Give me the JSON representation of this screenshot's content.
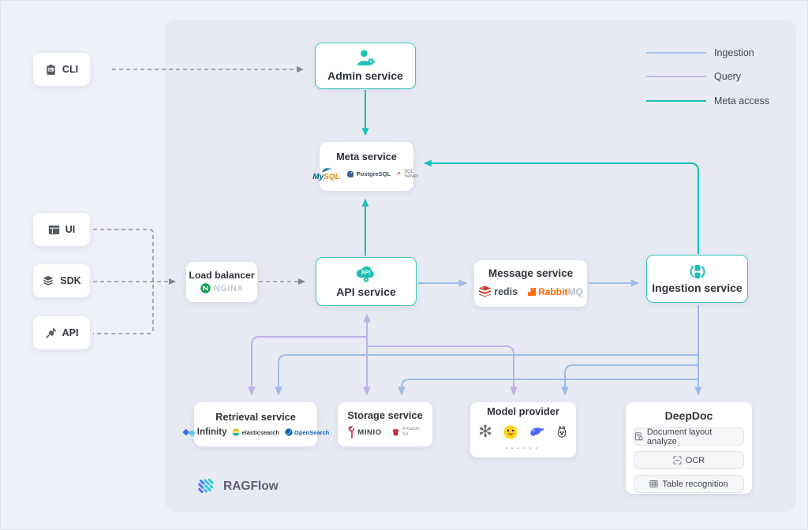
{
  "colors": {
    "ingestion_line": "#a9c2ea",
    "query_line": "#c6b7ee",
    "meta_access_line": "#16c2b4",
    "teal_accent": "#1ec1b3",
    "teal_node_border": "#3cc8ba",
    "dashed_connector": "#8f959f"
  },
  "legend": {
    "items": [
      {
        "label": "Ingestion",
        "color": "#a9c2ea"
      },
      {
        "label": "Query",
        "color": "#c6b7ee"
      },
      {
        "label": "Meta access",
        "color": "#16c2b4"
      }
    ]
  },
  "clients": {
    "cli": "CLI",
    "ui": "UI",
    "sdk": "SDK",
    "api": "API"
  },
  "nodes": {
    "admin": {
      "title": "Admin service"
    },
    "meta": {
      "title": "Meta service",
      "mysql_a": "My",
      "mysql_b": "SQL",
      "postgres": "PostgreSQL",
      "sqlserver": "SQL Server"
    },
    "load_balancer": {
      "title": "Load balancer",
      "nginx": "NGINX"
    },
    "api_service": {
      "title": "API service",
      "icon_text": "API"
    },
    "message": {
      "title": "Message service",
      "redis": "redis",
      "rabbit_a": "Rabbit",
      "rabbit_b": "MQ"
    },
    "ingestion": {
      "title": "Ingestion service"
    },
    "retrieval": {
      "title": "Retrieval service",
      "infinity": "Infinity",
      "elastic": "elasticsearch",
      "opensearch": "OpenSearch"
    },
    "storage": {
      "title": "Storage service",
      "minio": "MINIO",
      "s3": "Amazon S3"
    },
    "model_provider": {
      "title": "Model provider",
      "providers": [
        "OpenAI",
        "Hugging Face",
        "DeepSeek",
        "Ollama"
      ],
      "more": "······"
    },
    "deepdoc": {
      "title": "DeepDoc",
      "features": [
        "Document layout analyze",
        "OCR",
        "Table recognition"
      ]
    }
  },
  "brand": {
    "name": "RAGFlow"
  }
}
